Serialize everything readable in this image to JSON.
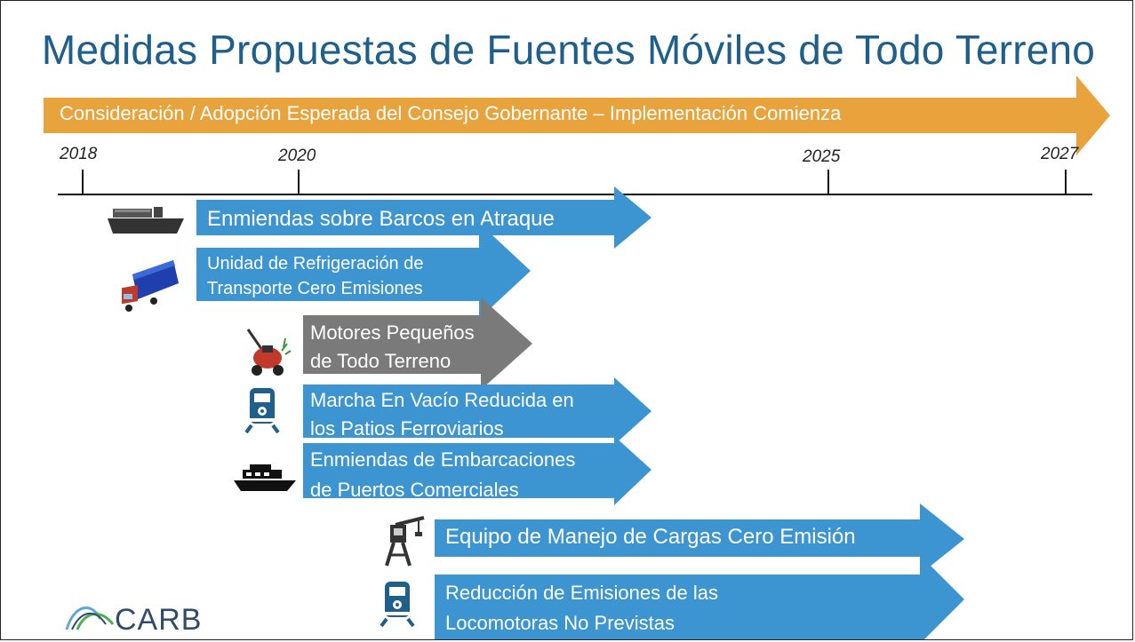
{
  "slide": {
    "title": "Medidas Propuestas de Fuentes Móviles de Todo Terreno",
    "banner": "Consideración / Adopción Esperada del Consejo Gobernante –  Implementación Comienza",
    "years": [
      "2018",
      "2020",
      "2025",
      "2027"
    ],
    "logo_text": "CARB"
  },
  "measures": [
    {
      "line1": "Enmiendas sobre Barcos en Atraque",
      "line2": "",
      "icon": "ship-icon"
    },
    {
      "line1": "Unidad de Refrigeración de",
      "line2": "Transporte Cero Emisiones",
      "icon": "refrigerated-truck-icon"
    },
    {
      "line1": "Motores Pequeños",
      "line2": "de Todo Terreno",
      "icon": "lawn-mower-icon"
    },
    {
      "line1": "Marcha En Vacío Reducida en",
      "line2": "los Patios Ferroviarios",
      "icon": "locomotive-icon"
    },
    {
      "line1": "Enmiendas de Embarcaciones",
      "line2": "de Puertos Comerciales",
      "icon": "ferry-boat-icon"
    },
    {
      "line1": "Equipo de Manejo de Cargas Cero Emisión",
      "line2": "",
      "icon": "crane-icon"
    },
    {
      "line1": "Reducción de Emisiones de las",
      "line2": "Locomotoras No Previstas",
      "icon": "locomotive-icon"
    }
  ],
  "colors": {
    "title": "#1f5f8b",
    "banner": "#e8a33d",
    "bar_blue": "#3c95d1",
    "bar_gray": "#7a7a7a"
  }
}
